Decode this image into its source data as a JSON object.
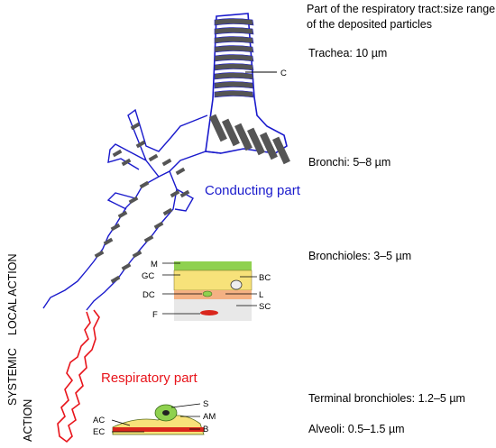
{
  "header": "Part of the respiratory tract:size range of the deposited particles",
  "sizes": {
    "trachea": "Trachea: 10 µm",
    "bronchi": "Bronchi: 5–8 µm",
    "bronchioles": "Bronchioles: 3–5 µm",
    "terminal": "Terminal bronchioles: 1.2–5 µm",
    "alveoli": "Alveoli: 0.5–1.5 µm"
  },
  "parts": {
    "conducting": "Conducting part",
    "respiratory": "Respiratory part"
  },
  "actions": {
    "local": "LOCAL ACTION",
    "systemic_1": "SYSTEMIC",
    "systemic_2": "ACTION"
  },
  "labels": {
    "cartilage": "C",
    "bronchiole_inset": [
      "M",
      "GC",
      "BC",
      "DC",
      "L",
      "SC",
      "F"
    ],
    "alveolar_inset": [
      "S",
      "AM",
      "AC",
      "B",
      "EC"
    ]
  },
  "colors": {
    "conducting": "#1a1acc",
    "respiratory": "#e8141b",
    "ring_fill": "#555555",
    "mucus": "#8fd14f",
    "cells": "#f7e27a",
    "submucosa": "#f4b183"
  }
}
